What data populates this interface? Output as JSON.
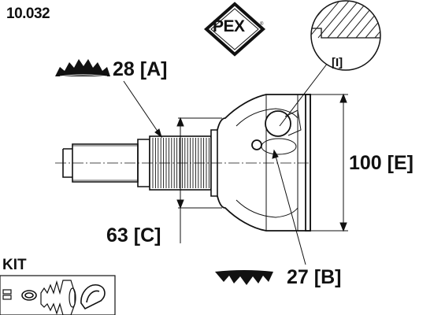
{
  "part_number": "10.032",
  "brand": {
    "name": "PEX",
    "registered_mark": "®"
  },
  "dimensions": {
    "a": "28 [A]",
    "b": "27 [B]",
    "c": "63 [C]",
    "e": "100 [E]"
  },
  "detail_label": "[I]",
  "kit_label": "KIT",
  "colors": {
    "ink": "#111111",
    "background": "#ffffff",
    "hatch": "#222222"
  },
  "icons": [
    "spline-teeth-icon",
    "ring-icon",
    "clamp-icon",
    "boot-icon",
    "clip-icon"
  ]
}
